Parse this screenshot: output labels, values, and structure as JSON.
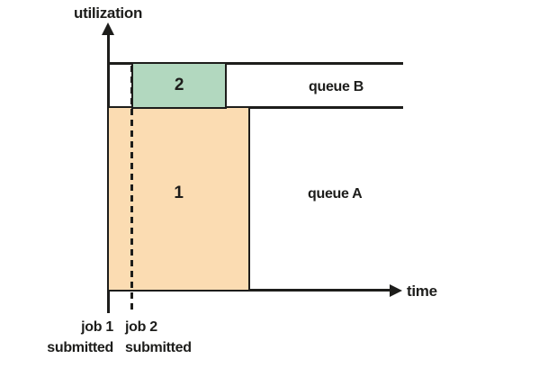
{
  "axes": {
    "y_label": "utilization",
    "x_label": "time"
  },
  "queues": {
    "b": {
      "label": "queue B"
    },
    "a": {
      "label": "queue A"
    }
  },
  "jobs": {
    "job1": {
      "label": "1",
      "queue": "queue A",
      "fill": "#fbdcb2"
    },
    "job2": {
      "label": "2",
      "queue": "queue B",
      "fill": "#b2d8bf"
    }
  },
  "events": {
    "job1_submitted": {
      "line1": "job 1",
      "line2": "submitted"
    },
    "job2_submitted": {
      "line1": "job 2",
      "line2": "submitted"
    }
  },
  "colors": {
    "line": "#1d1d1b",
    "background": "#ffffff",
    "job1_fill": "#fbdcb2",
    "job2_fill": "#b2d8bf"
  },
  "chart_data": {
    "type": "table",
    "title": "",
    "rows": [
      {
        "queue": "queue B",
        "job": "2",
        "starts_at": "job 2 submitted"
      },
      {
        "queue": "queue A",
        "job": "1",
        "starts_at": "job 1 submitted"
      }
    ],
    "x_axis": "time",
    "y_axis": "utilization"
  }
}
